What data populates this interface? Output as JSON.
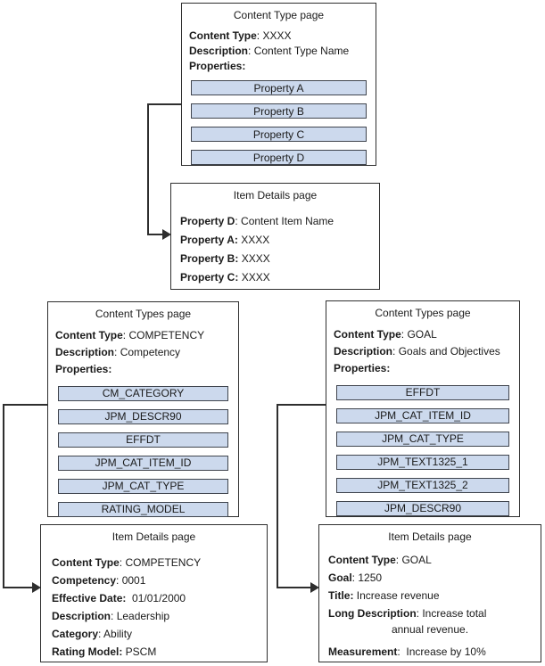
{
  "colors": {
    "background": "#ffffff",
    "box_border": "#2e2e2e",
    "property_fill": "#ccd9ed",
    "property_border": "#40454e",
    "connector": "#2e2e2e",
    "text": "#1a1a1a"
  },
  "diagram": {
    "content_type_page": {
      "title": "Content Type page",
      "fields": [
        {
          "label": "Content Type",
          "sep": ": ",
          "value": "XXXX"
        },
        {
          "label": "Description",
          "sep": ": ",
          "value": "Content Type Name"
        },
        {
          "label": "Properties:",
          "sep": "",
          "value": ""
        }
      ],
      "properties": [
        "Property A",
        "Property B",
        "Property C",
        "Property D"
      ]
    },
    "item_details_page": {
      "title": "Item Details page",
      "fields": [
        {
          "label": "Property D",
          "sep": ": ",
          "value": "Content Item Name"
        },
        {
          "label": "Property A:",
          "sep": " ",
          "value": "XXXX"
        },
        {
          "label": "Property B:",
          "sep": " ",
          "value": "XXXX"
        },
        {
          "label": "Property C:",
          "sep": " ",
          "value": "XXXX"
        }
      ]
    },
    "competency_type_page": {
      "title": "Content Types page",
      "fields": [
        {
          "label": "Content Type",
          "sep": ": ",
          "value": "COMPETENCY"
        },
        {
          "label": "Description",
          "sep": ": ",
          "value": "Competency"
        },
        {
          "label": "Properties:",
          "sep": "",
          "value": ""
        }
      ],
      "properties": [
        "CM_CATEGORY",
        "JPM_DESCR90",
        "EFFDT",
        "JPM_CAT_ITEM_ID",
        "JPM_CAT_TYPE",
        "RATING_MODEL"
      ]
    },
    "goal_type_page": {
      "title": "Content Types page",
      "fields": [
        {
          "label": "Content Type",
          "sep": ": ",
          "value": "GOAL"
        },
        {
          "label": "Description",
          "sep": ": ",
          "value": "Goals and Objectives"
        },
        {
          "label": "Properties:",
          "sep": "",
          "value": ""
        }
      ],
      "properties": [
        "EFFDT",
        "JPM_CAT_ITEM_ID",
        "JPM_CAT_TYPE",
        "JPM_TEXT1325_1",
        "JPM_TEXT1325_2",
        "JPM_DESCR90"
      ]
    },
    "competency_item_page": {
      "title": "Item Details page",
      "fields": [
        {
          "label": "Content Type",
          "sep": ": ",
          "value": "COMPETENCY"
        },
        {
          "label": "Competency",
          "sep": ": ",
          "value": "0001"
        },
        {
          "label": "Effective Date:",
          "sep": "  ",
          "value": "01/01/2000"
        },
        {
          "label": "Description",
          "sep": ": ",
          "value": "Leadership"
        },
        {
          "label": "Category",
          "sep": ": ",
          "value": "Ability"
        },
        {
          "label": "Rating Model:",
          "sep": " ",
          "value": "PSCM"
        }
      ]
    },
    "goal_item_page": {
      "title": "Item Details page",
      "fields": [
        {
          "label": "Content Type",
          "sep": ": ",
          "value": "GOAL"
        },
        {
          "label": "Goal",
          "sep": ": ",
          "value": "1250"
        },
        {
          "label": "Title:",
          "sep": " ",
          "value": "Increase revenue"
        },
        {
          "label": "Long Description",
          "sep": ": ",
          "value": "Increase total",
          "value2": "annual revenue."
        },
        {
          "label": "Measurement",
          "sep": ":  ",
          "value": "Increase by 10%"
        }
      ]
    }
  }
}
